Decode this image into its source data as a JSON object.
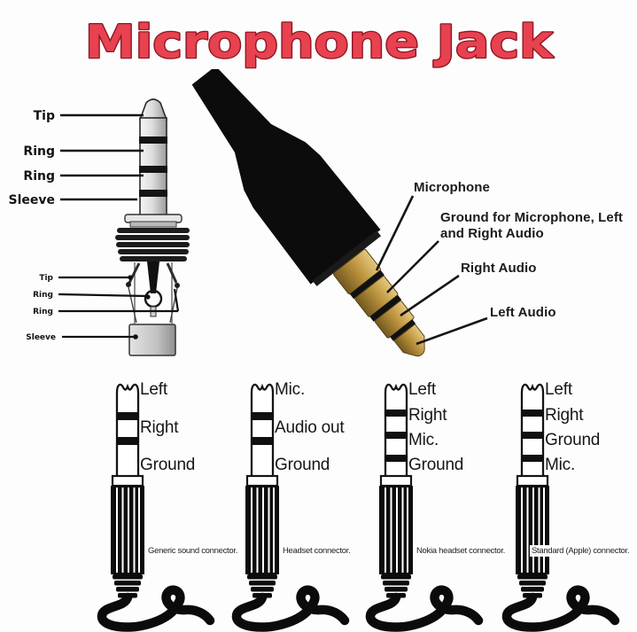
{
  "title": "Microphone Jack",
  "plug_labels": {
    "outer": [
      "Tip",
      "Ring",
      "Ring",
      "Sleeve"
    ],
    "inner": [
      "Tip",
      "Ring",
      "Ring",
      "Sleeve"
    ]
  },
  "callouts": {
    "microphone": "Microphone",
    "ground_line1": "Ground for Microphone, Left",
    "ground_line2": "and Right Audio",
    "right_audio": "Right Audio",
    "left_audio": "Left Audio"
  },
  "connectors": [
    {
      "type": "TRS",
      "pins": [
        "Left",
        "Right",
        "Ground"
      ],
      "caption": "Generic sound connector."
    },
    {
      "type": "TRS",
      "pins": [
        "Mic.",
        "Audio out",
        "Ground"
      ],
      "caption": "Headset connector."
    },
    {
      "type": "TRRS",
      "pins": [
        "Left",
        "Right",
        "Mic.",
        "Ground"
      ],
      "caption": "Nokia headset connector."
    },
    {
      "type": "TRRS",
      "pins": [
        "Left",
        "Right",
        "Ground",
        "Mic."
      ],
      "caption": "Standard (Apple) connector."
    }
  ],
  "colors": {
    "title_fill": "#e8414f",
    "title_stroke": "#8f1723",
    "gold": "#c49c46",
    "black": "#0c0c0c",
    "background": "#fdfdfd"
  }
}
